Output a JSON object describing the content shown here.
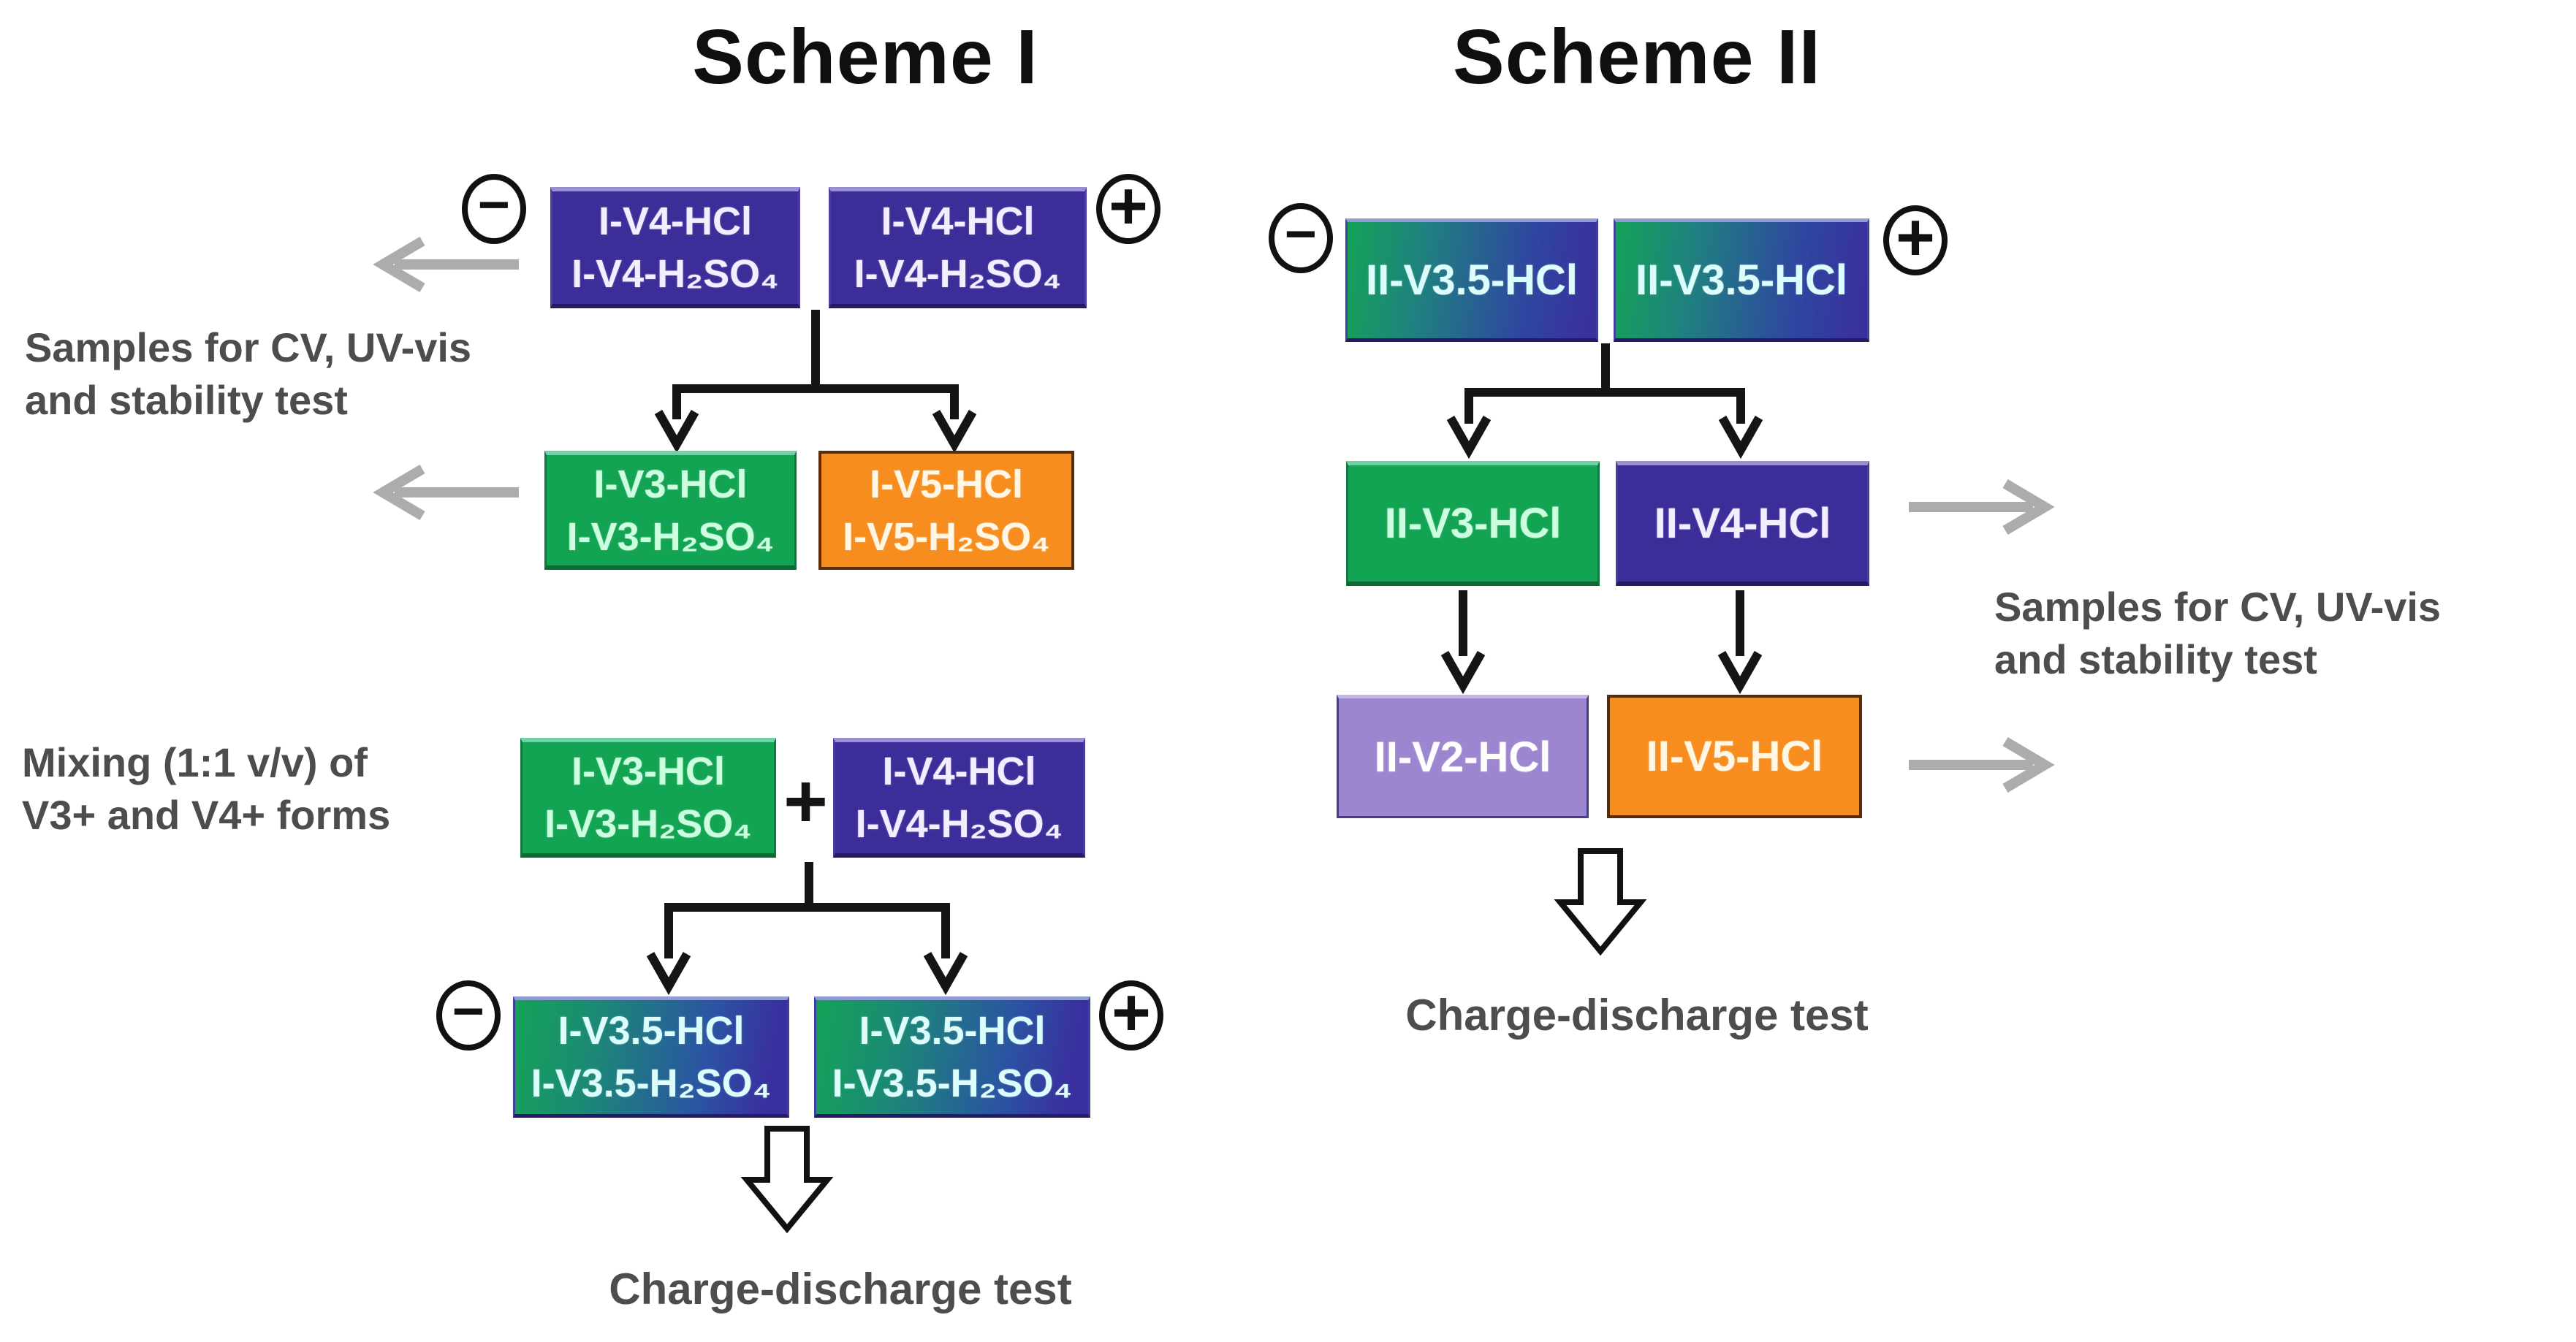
{
  "figure": {
    "scheme1": {
      "title": "Scheme I",
      "samples_label": {
        "line1": "Samples for CV, UV-vis",
        "line2": "and stability test"
      },
      "mixing_label": {
        "line1": "Mixing (1:1 v/v) of",
        "line2": "V3+ and V4+ forms"
      },
      "plus_sign": "+",
      "charge_label": "Charge-discharge test",
      "boxes": {
        "v4_neg": {
          "line1": "I-V4-HCl",
          "line2": "I-V4-H₂SO₄"
        },
        "v4_pos": {
          "line1": "I-V4-HCl",
          "line2": "I-V4-H₂SO₄"
        },
        "v3": {
          "line1": "I-V3-HCl",
          "line2": "I-V3-H₂SO₄"
        },
        "v5": {
          "line1": "I-V5-HCl",
          "line2": "I-V5-H₂SO₄"
        },
        "mix_v3": {
          "line1": "I-V3-HCl",
          "line2": "I-V3-H₂SO₄"
        },
        "mix_v4": {
          "line1": "I-V4-HCl",
          "line2": "I-V4-H₂SO₄"
        },
        "v35_neg": {
          "line1": "I-V3.5-HCl",
          "line2": "I-V3.5-H₂SO₄"
        },
        "v35_pos": {
          "line1": "I-V3.5-HCl",
          "line2": "I-V3.5-H₂SO₄"
        }
      }
    },
    "scheme2": {
      "title": "Scheme II",
      "samples_label": {
        "line1": "Samples for CV, UV-vis",
        "line2": "and stability test"
      },
      "charge_label": "Charge-discharge test",
      "boxes": {
        "v35_neg": {
          "line1": "II-V3.5-HCl"
        },
        "v35_pos": {
          "line1": "II-V3.5-HCl"
        },
        "v3": {
          "line1": "II-V3-HCl"
        },
        "v4": {
          "line1": "II-V4-HCl"
        },
        "v2": {
          "line1": "II-V2-HCl"
        },
        "v5": {
          "line1": "II-V5-HCl"
        }
      }
    },
    "icons": {
      "minus": "−",
      "plus": "+"
    },
    "colors": {
      "indigo": "#3c2e99",
      "green": "#12a452",
      "orange": "#f68d1e",
      "lavender": "#9d86d0",
      "gradient_start": "#14a257",
      "gradient_end": "#3a2f9f",
      "label_gray": "#4d4d4d",
      "arrow_gray": "#acacac",
      "connector_black": "#151515"
    }
  }
}
